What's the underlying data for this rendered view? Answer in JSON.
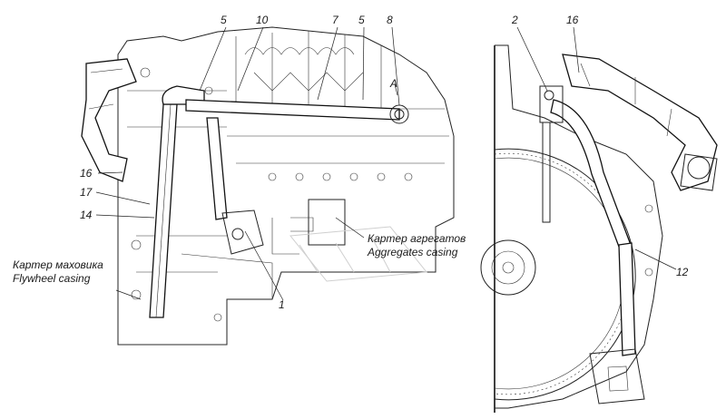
{
  "callouts": {
    "c5a": "5",
    "c10": "10",
    "c7": "7",
    "c5b": "5",
    "c8": "8",
    "cA": "A",
    "c16a": "16",
    "c17": "17",
    "c14": "14",
    "c1": "1",
    "c2": "2",
    "c16b": "16",
    "c12": "12"
  },
  "captions": {
    "flywheel_ru": "Картер маховика",
    "flywheel_en": "Flywheel casing",
    "aggregates_ru": "Картер агрегатов",
    "aggregates_en": "Aggregates casing"
  },
  "colors": {
    "ink": "#1a1a1a",
    "paper": "#ffffff"
  }
}
